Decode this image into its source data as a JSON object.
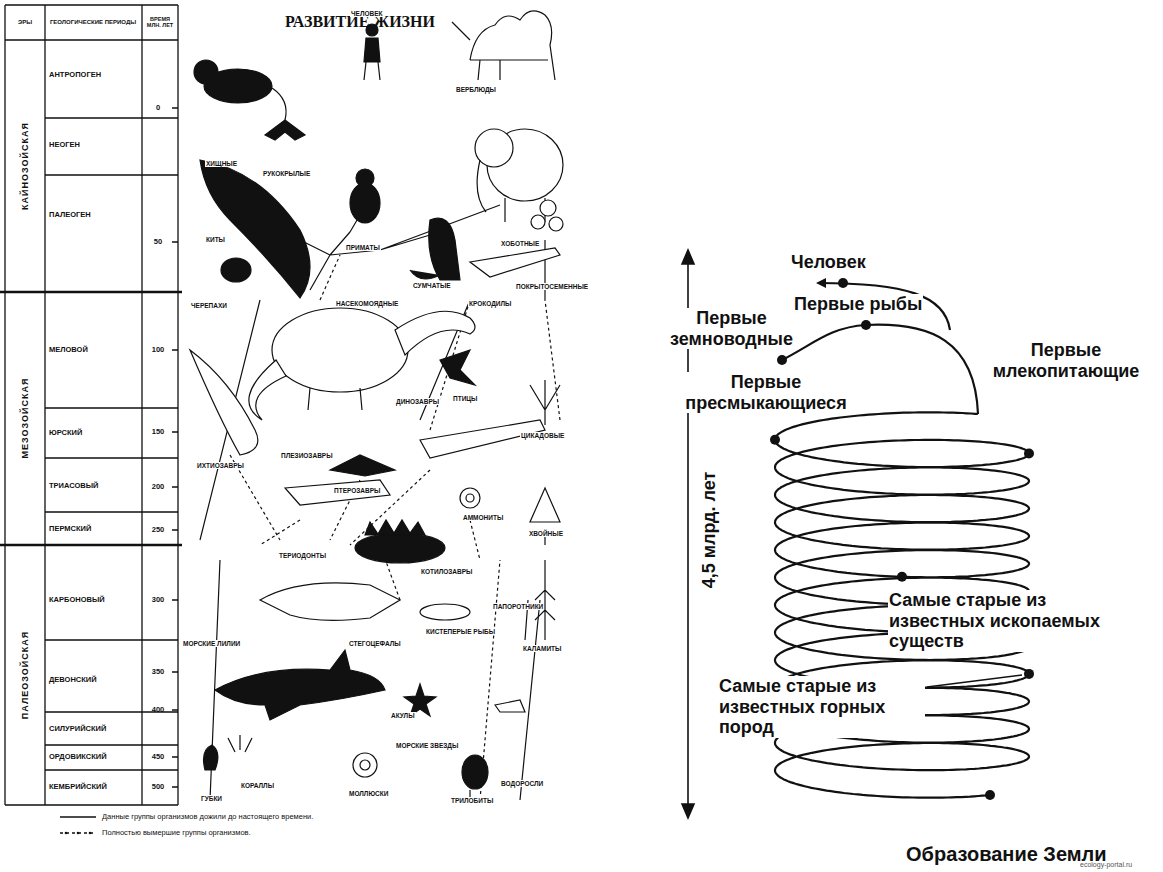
{
  "diagram": {
    "labels": [
      "ЭРЫ",
      "ГЕОЛОГИЧЕСКИЕ ПЕРИОДЫ",
      "ВРЕМЯ МЛН. ЛЕТ",
      "РАЗВИТИЕ ЖИЗНИ",
      "КАЙНОЗОЙСКАЯ",
      "МЕЗОЗОЙСКАЯ",
      "ПАЛЕОЗОЙСКАЯ",
      "АНТРОПОГЕН",
      "НЕОГЕН",
      "ПАЛЕОГЕН",
      "МЕЛОВОЙ",
      "ЮРСКИЙ",
      "ТРИАСОВЫЙ",
      "ПЕРМСКИЙ",
      "КАРБОНОВЫЙ",
      "ДЕВОНСКИЙ",
      "СИЛУРИЙСКИЙ",
      "ОРДОВИКСКИЙ",
      "КЕМБРИЙСКИЙ",
      "0",
      "50",
      "100",
      "150",
      "200",
      "250",
      "300",
      "350",
      "400",
      "450",
      "500",
      "ЧЕЛОВЕК",
      "ВЕРБЛЮДЫ",
      "ХИЩНЫЕ",
      "РУКОКРЫЛЫЕ",
      "ПРИМАТЫ",
      "ХОБОТНЫЕ",
      "КИТЫ",
      "НАСЕКОМОЯДНЫЕ",
      "СУМЧАТЫЕ",
      "ЧЕРЕПАХИ",
      "КРОКОДИЛЫ",
      "ПОКРЫТОСЕМЕННЫЕ",
      "ПТИЦЫ",
      "ДИНОЗАВРЫ",
      "ИХТИОЗАВРЫ",
      "ПЛЕЗИОЗАВРЫ",
      "ПТЕРОЗАВРЫ",
      "АММОНИТЫ",
      "ЦИКАДОВЫЕ",
      "ХВОЙНЫЕ",
      "ТЕРИОДОНТЫ",
      "КОТИЛОЗАВРЫ",
      "СТЕГОЦЕФАЛЫ",
      "КИСТЕПЕРЫЕ РЫБЫ",
      "ПАПОРОТНИКИ",
      "КАЛАМИТЫ",
      "МОРСКИЕ ЛИЛИИ",
      "АКУЛЫ",
      "МОРСКИЕ ЗВЕЗДЫ",
      "КОРАЛЛЫ",
      "ГУБКИ",
      "МОЛЛЮСКИ",
      "ТРИЛОБИТЫ",
      "ВОДОРОСЛИ",
      "Человек",
      "Первые рыбы",
      "Первые земноводные",
      "Первые млекопитающие",
      "Первые пресмыкающиеся",
      "Самые старые из известных ископаемых существ",
      "Самые старые из известных горных пород",
      "4,5 млрд. лет",
      "Образование Земли",
      "ecology-portal.ru"
    ],
    "legend": [
      {
        "text": "Данные группы организмов дожили до настоящего времени."
      },
      {
        "text": "Полностью вымершие группы организмов."
      }
    ]
  }
}
